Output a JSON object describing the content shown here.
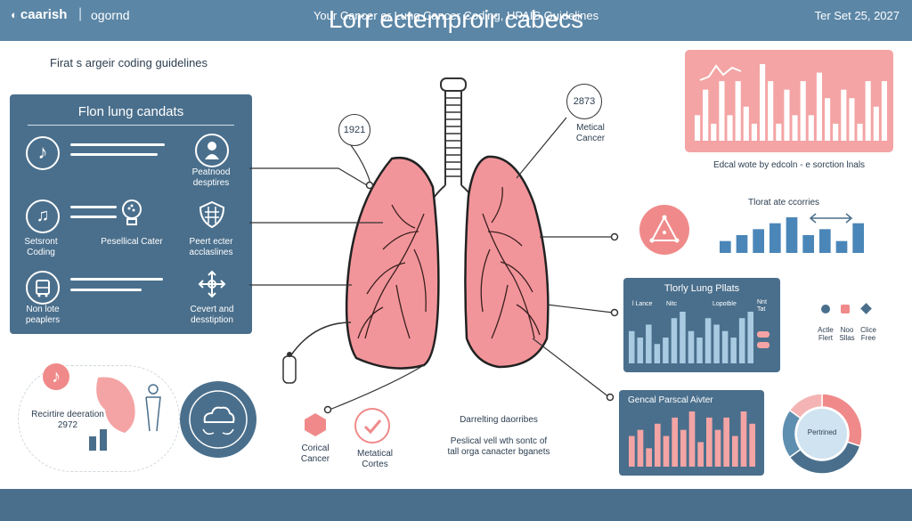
{
  "header": {
    "title": "Lorr ectemproir cabecs"
  },
  "intro": {
    "text": "Firat s argeir coding guidelines"
  },
  "left_panel": {
    "title": "Flon lung candats",
    "items": {
      "row1_right": "Peatnood desptires",
      "row2_left": "Setsront Coding",
      "row2_mid": "Pesellical Cater",
      "row2_right": "Peert ecter acclaslines",
      "row3_left": "Non lote peaplers",
      "row3_right": "Cevert and desstiption"
    }
  },
  "lower_left": {
    "text": "Recirtire deeration 2972"
  },
  "callouts": {
    "left_year": "1921",
    "right_year": "2873",
    "right_label": "Metical Cancer"
  },
  "bottom_center": {
    "cortical": "Corical Cancer",
    "metatical": "Metatical Cortes",
    "note_title": "Darrelting daorribes",
    "note_body": "Peslical vell wth sontc of tall orga canacter bganets"
  },
  "right": {
    "caption_top": "Edcal wote by edcoln - e sorction lnals",
    "trend_label": "Tlorat ate ccorries",
    "chart_mid_title": "Tlorly Lung Pllats",
    "chart_mid_headers": [
      "l Lance",
      "Nitc",
      "Lopotble",
      "Nnt Tat"
    ],
    "icons_labels": [
      "Actle Flert",
      "Noo Sllas",
      "Clice Free"
    ],
    "chart_low_title": "Gencal Parscal Aivter",
    "donut_label": "Pertrined"
  },
  "footer": {
    "brand": "caarish",
    "sub": "ogornd",
    "center": "Your Cancer or Lung Cancer Coding, UPAIS Guidelines",
    "date": "Ter Set 25, 2027"
  },
  "chart_data": [
    {
      "type": "bar",
      "values": [
        3,
        6,
        2,
        7,
        3,
        7,
        4,
        2,
        9,
        7,
        2,
        6,
        3,
        7,
        3,
        8,
        5,
        2,
        6,
        5,
        2,
        7,
        4,
        7
      ]
    },
    {
      "type": "bar",
      "values": [
        2,
        3,
        4,
        5,
        6,
        3,
        4,
        2,
        5
      ]
    },
    {
      "type": "bar",
      "title": "Tlorly Lung Pllats",
      "values": [
        5,
        4,
        6,
        3,
        4,
        7,
        8,
        5,
        4,
        7,
        6,
        5,
        4,
        7,
        8
      ]
    },
    {
      "type": "bar",
      "title": "Gencal Parscal Aivter",
      "values": [
        5,
        6,
        3,
        7,
        5,
        8,
        6,
        9,
        4,
        8,
        6,
        8,
        5,
        9,
        7
      ]
    },
    {
      "type": "pie",
      "label": "Pertrined",
      "values": [
        30,
        35,
        20,
        15
      ]
    }
  ],
  "colors": {
    "navy": "#4a6f8c",
    "salmon": "#f08a8a",
    "lung": "#f2959a",
    "light_blue": "#a9cbe2"
  }
}
